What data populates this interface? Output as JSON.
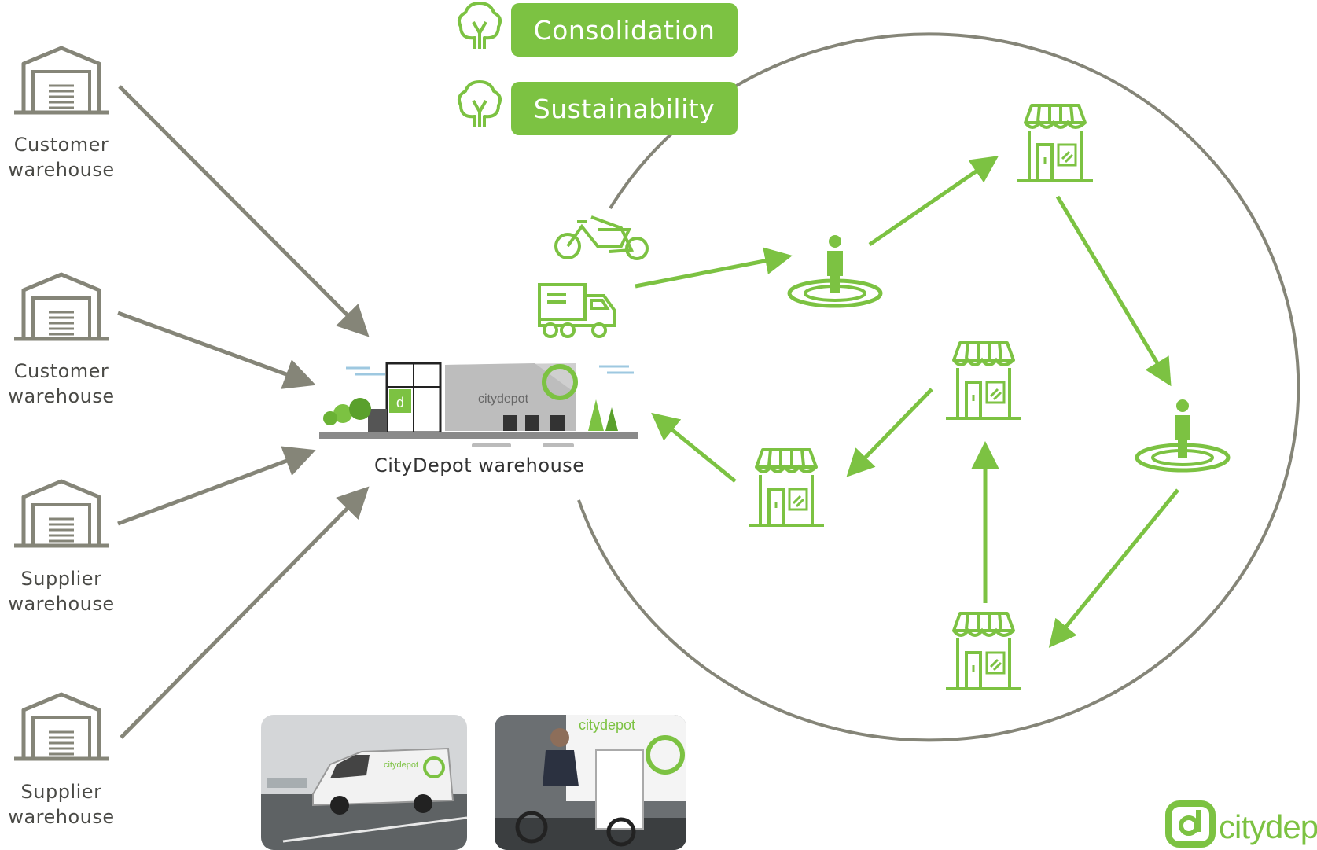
{
  "colors": {
    "green": "#7cc242",
    "gray": "#858578",
    "dark_gray": "#4a4a46"
  },
  "source_warehouses": [
    {
      "line1": "Customer",
      "line2": "warehouse"
    },
    {
      "line1": "Customer",
      "line2": "warehouse"
    },
    {
      "line1": "Supplier",
      "line2": "warehouse"
    },
    {
      "line1": "Supplier",
      "line2": "warehouse"
    }
  ],
  "badges": [
    {
      "label": "Consolidation",
      "icon": "tree-icon"
    },
    {
      "label": "Sustainability",
      "icon": "tree-icon"
    }
  ],
  "depot": {
    "label": "CityDepot warehouse",
    "sign": "citydepot"
  },
  "photos": {
    "van_sign": "citydepot",
    "bike_sign": "citydepot"
  },
  "brand": {
    "logo_text": "citydep"
  },
  "icons": {
    "warehouse": "warehouse-icon",
    "bike": "cargo-bike-icon",
    "truck": "delivery-truck-icon",
    "person": "recipient-pin-icon",
    "store": "store-icon"
  }
}
